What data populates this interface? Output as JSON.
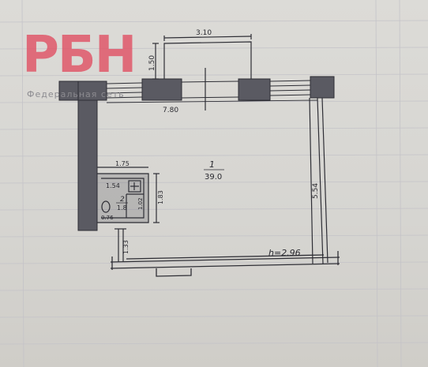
{
  "watermark": {
    "logo_text": "РБН",
    "tagline": "Федеральная сеть"
  },
  "plan": {
    "room_main_number": "1",
    "room_main_area": "39.0",
    "room_small_number": "2",
    "room_small_area": "1.8",
    "dims": {
      "top_bay_width": "3.10",
      "top_bay_depth": "1.50",
      "facade_length": "7.80",
      "right_wall": "5.54",
      "bath_top": "1.75",
      "bath_inner": "1.54",
      "bath_side": "1.83",
      "bath_small": "1.02",
      "bath_bottom": "0.76",
      "lower_left": "1.33",
      "ceiling_height": "h=2.96"
    }
  }
}
